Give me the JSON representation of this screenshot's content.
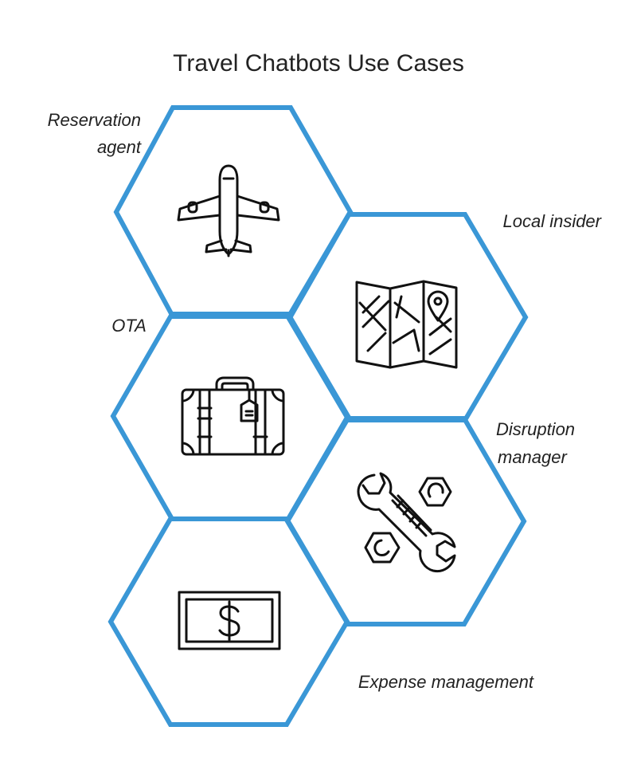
{
  "title": "Travel Chatbots Use Cases",
  "colors": {
    "hex_border": "#3a97d6",
    "icon": "#111111",
    "text": "#222222"
  },
  "use_cases": [
    {
      "label_lines": [
        "Reservation",
        "agent"
      ],
      "icon": "airplane-icon"
    },
    {
      "label_lines": [
        "Local insider"
      ],
      "icon": "map-icon"
    },
    {
      "label_lines": [
        "OTA"
      ],
      "icon": "suitcase-icon"
    },
    {
      "label_lines": [
        "Disruption",
        "manager"
      ],
      "icon": "wrench-bolts-icon"
    },
    {
      "label_lines": [
        "Expense management"
      ],
      "icon": "dollar-bill-icon"
    }
  ]
}
